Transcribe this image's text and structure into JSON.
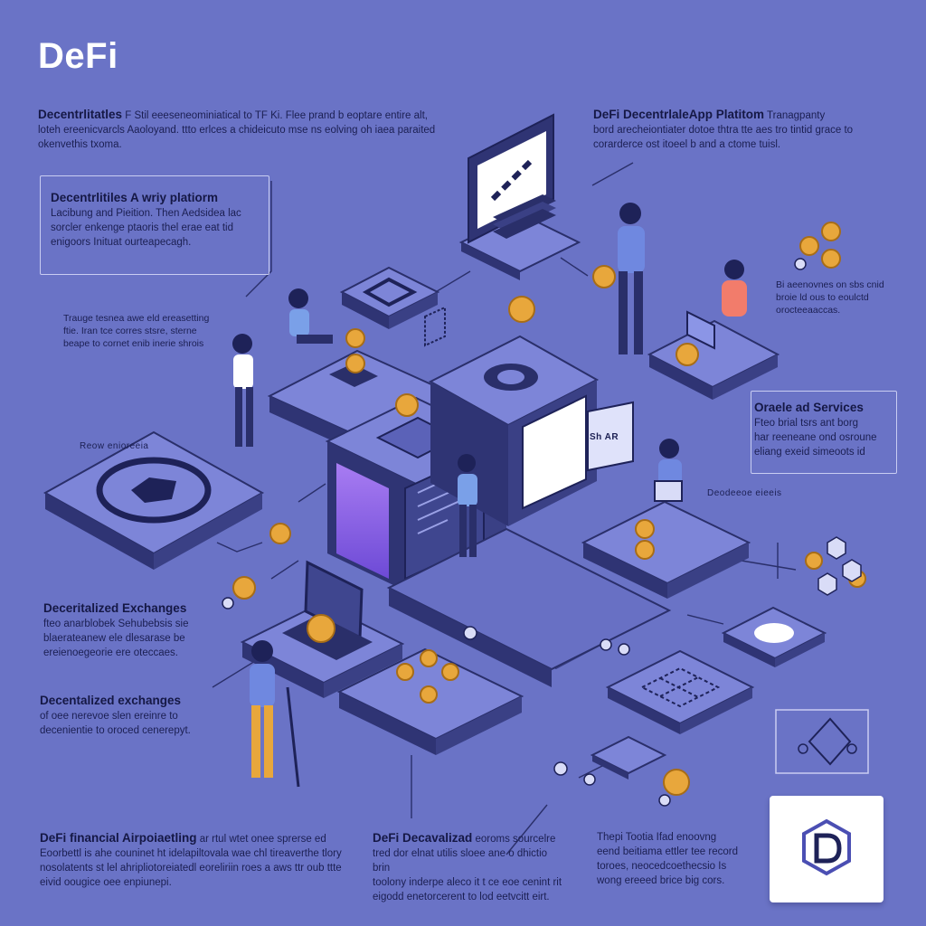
{
  "title": "DeFi",
  "top_left": {
    "heading": "Decentrlitatles",
    "line1": "F Stil  eeeseneominiatical to TF Ki. Flee prand b eoptare entire alt,",
    "line2": "loteh ereenicvarcls Aaoloyand. ttto erlces a chideicuto mse ns eolving oh iaea paraited",
    "line3": "okenvethis txoma."
  },
  "callout_left": {
    "heading": "Decentrlitiles A wriy platiorm",
    "line1": "Lacibung and Pieition. Then Aedsidea lac",
    "line2": "sorcler enkenge ptaoris thel erae eat tid",
    "line3": "enigoors Inituat ourteapecagh."
  },
  "mid_left": {
    "line1": "Trauge tesnea awe eld ereasetting",
    "line2": "ftie. Iran tce corres stsre, sterne",
    "line3": "beape to cornet enib inerie shrois"
  },
  "left_tag": "Reow enioreeia",
  "dex1": {
    "heading": "Deceritalized Exchanges",
    "line1": "fteo anarblobek Sehubebsis sie",
    "line2": "blaerateanew ele dlesarase be",
    "line3": "ereienoegeorie ere oteccaes."
  },
  "dex2": {
    "heading": "Decentalized exchanges",
    "line1": "of oee nerevoe slen ereinre to",
    "line2": "decenientie to oroced cenerepyt."
  },
  "bottom_left": {
    "heading": "DeFi financial Airpoiaetling",
    "line1": "ar rtul wtet onee sprerse ed",
    "line2": "Eoorbettl is ahe couninet ht idelapiltovala wae chl tireaverthe tlory",
    "line3": "nosolatents st lel ahripliotoreiatedl eoreliriin roes a aws ttr oub ttte",
    "line4": "eivid oougice oee enpiunepi."
  },
  "bottom_mid": {
    "heading": "DeFi Decavalizad",
    "line1": "eoroms sourcelre",
    "line2": "tred dor elnat utilis sloee ane o dhictio brin",
    "line3": "toolony inderpe aleco it t ce eoe cenint rit",
    "line4": "eigodd enetorcerent to lod eetvcitt eirt."
  },
  "bottom_right": {
    "line1": "Thepi Tootia Ifad enoovng",
    "line2": "eend beitiama ettler tee record",
    "line3": "toroes, neocedcoethecsio Is",
    "line4": "wong ereeed brice big cors."
  },
  "top_right": {
    "heading": "DeFi DecentrlaleApp Platitom",
    "line1": "Tranagpanty",
    "line2": "bord arecheiontiater dotoe thtra tte aes tro tintid grace to",
    "line3": "corarderce ost itoeel b and a ctome tuisl."
  },
  "right_mid": {
    "line1": "Bi aeenovnes on sbs cnid",
    "line2": "broie ld ous to eoulctd",
    "line3": "orocteeaaccas."
  },
  "oracle": {
    "heading": "Oraele ad Services",
    "line1": "Fteo brial tsrs ant borg",
    "line2": "har reeneane ond osroune",
    "line3": "eliang exeid simeoots id"
  },
  "right_tag": "Deodeeoe eieeis",
  "screen_tag": "Sh AR",
  "colors": {
    "background": "#6a73c6",
    "tile_top": "#7b83d6",
    "tile_side": "#2f3474",
    "coin": "#e8a73c",
    "accent_purple": "#8b5cf6",
    "white": "#ffffff"
  }
}
